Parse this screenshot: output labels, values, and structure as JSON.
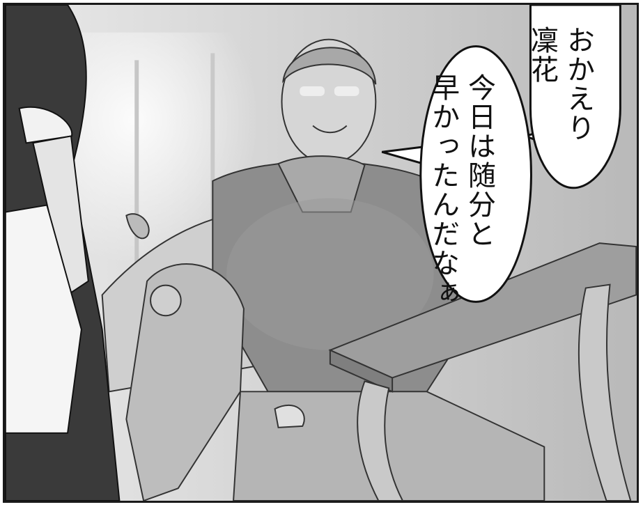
{
  "colors": {
    "ink": "#111111",
    "panel_border": "#1a1a1a",
    "bubble_fill": "#ffffff",
    "wall": "#d8d8d8",
    "sweater": "#8d8d8d",
    "maid_dress": "#3a3a3a"
  },
  "speech": {
    "bubble1": {
      "line1": "おかえり",
      "line2": "凜花"
    },
    "bubble2": {
      "line1": "今日は随分と",
      "line2": "早かったんだなぁ"
    }
  }
}
